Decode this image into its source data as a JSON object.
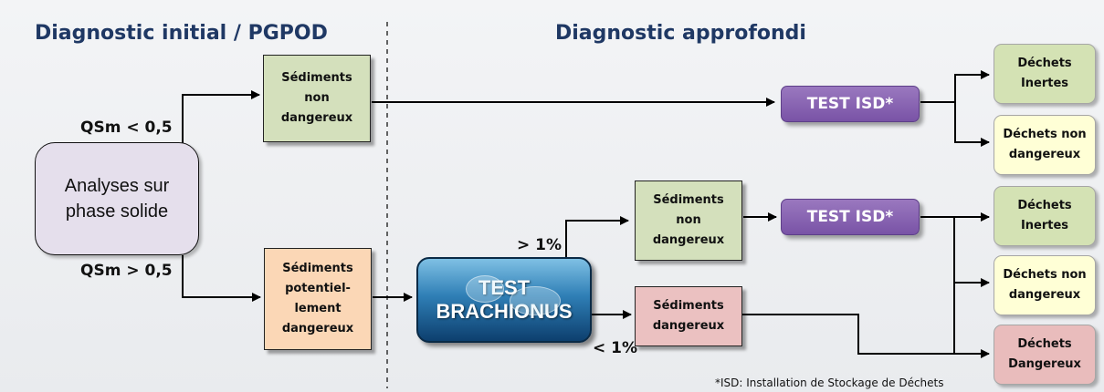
{
  "headers": {
    "left": "Diagnostic initial / PGPOD",
    "right": "Diagnostic approfondi"
  },
  "conditions": {
    "low": "QSm < 0,5",
    "high": "QSm > 0,5",
    "over1": "> 1%",
    "under1": "< 1%"
  },
  "boxes": {
    "analyses": "Analyses sur phase solide",
    "sed_non_dangereux_1": "Sédiments non dangereux",
    "sed_potentiellement": "Sédiments potentiel-lement dangereux",
    "sed_non_dangereux_2": "Sédiments non dangereux",
    "sed_dangereux": "Sédiments dangereux",
    "test_isd_1": "TEST ISD*",
    "test_isd_2": "TEST ISD*",
    "test_brachionus_line1": "TEST",
    "test_brachionus_line2": "BRACHIONUS",
    "dechets_inertes_1": "Déchets Inertes",
    "dechets_non_dangereux_1": "Déchets non dangereux",
    "dechets_inertes_2": "Déchets Inertes",
    "dechets_non_dangereux_2": "Déchets non dangereux",
    "dechets_dangereux": "Déchets Dangereux"
  },
  "footnote": "*ISD: Installation de Stockage de Déchets",
  "colors": {
    "header_text": "#1f3864",
    "green": "#d4e0bc",
    "orange": "#fbd7b6",
    "pink": "#ebc1c1",
    "yellow": "#ffffd6",
    "lavender": "#e5dfec",
    "purple": "#7953a6",
    "brachionus_blue": "#2f7fb6"
  },
  "icons": [
    "arrow-head-icon",
    "brachionus-rotifer-icon"
  ]
}
